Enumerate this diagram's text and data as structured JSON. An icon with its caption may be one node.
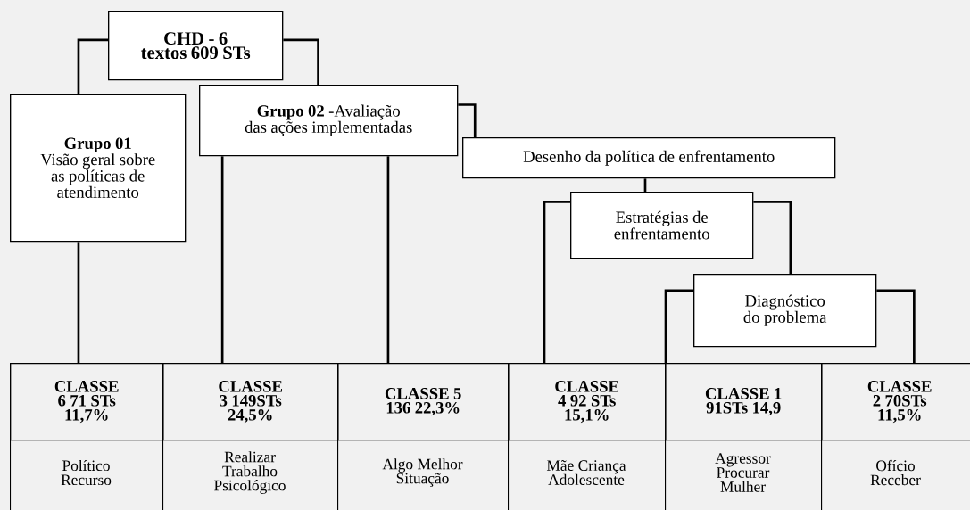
{
  "diagram": {
    "nodes": [
      {
        "text": [
          "CHD - 6 textos 609 STs"
        ]
      },
      {
        "text": [
          "Grupo 01",
          "Visão geral sobre as políticas de atendimento"
        ]
      },
      {
        "text": [
          "**Grupo 02** -Avaliação das ações implementadas"
        ]
      },
      {
        "text": [
          "Desenho da política de enfrentamento"
        ]
      },
      {
        "text": [
          "Estratégias de enfrentamento"
        ]
      },
      {
        "text": [
          "Diagnóstico do problema"
        ]
      },
      {
        "text": [
          "CLASSE 6 71 STs 11,7%"
        ]
      },
      {
        "text": [
          "CLASSE 3 149STs 24,5%"
        ]
      },
      {
        "text": [
          "CLASSE 5 136 22,3%"
        ]
      },
      {
        "text": [
          "CLASSE 4 92 STs 15,1%"
        ]
      },
      {
        "text": [
          "CLASSE 1 91STs 14,9"
        ]
      },
      {
        "text": [
          "CLASSE 2 70STs 11,5%"
        ]
      }
    ],
    "edges": [
      {
        "from": 0,
        "to": 1,
        "arrow": "none"
      },
      {
        "from": 0,
        "to": 2,
        "arrow": "none"
      },
      {
        "from": 1,
        "to": 6,
        "arrow": "none"
      },
      {
        "from": 2,
        "to": 7,
        "arrow": "none"
      },
      {
        "from": 2,
        "to": 8,
        "arrow": "none"
      },
      {
        "from": 2,
        "to": 3,
        "arrow": "none"
      },
      {
        "from": 3,
        "to": 4,
        "arrow": "none"
      },
      {
        "from": 4,
        "to": 9,
        "arrow": "none"
      },
      {
        "from": 4,
        "to": 5,
        "arrow": "none"
      },
      {
        "from": 5,
        "to": 10,
        "arrow": "none"
      },
      {
        "from": 5,
        "to": 11,
        "arrow": "none"
      }
    ],
    "labels": [
      "Político Recurso",
      "Realizar Trabalho Psicológico",
      "Algo Melhor Situação",
      "Mãe Criança Adolescente",
      "Agressor Procurar Mulher",
      "Ofício Receber"
    ]
  }
}
